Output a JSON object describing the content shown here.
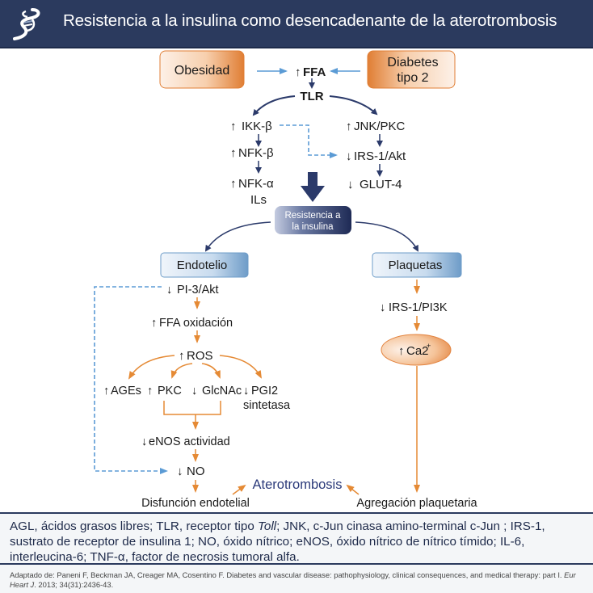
{
  "header": {
    "title": "Resistencia a la insulina como desencadenante de la aterotrombosis",
    "logo_icon": "dna-helix-logo"
  },
  "colors": {
    "header_bg": "#2b3a5e",
    "navy_arrow": "#2b3a6a",
    "dashed_blue": "#5b9bd5",
    "orange_arrow": "#e58a35",
    "orange_box": "#e88a45",
    "blue_box": "#7ea6cf",
    "atero_text": "#2b3a7a"
  },
  "diagram": {
    "sources": {
      "obesidad": "Obesidad",
      "diabetes_line1": "Diabetes",
      "diabetes_line2": "tipo 2"
    },
    "ffa": "FFA",
    "tlr": "TLR",
    "left_chain": {
      "ikk": "IKK-β",
      "nfk_b": "NFK-β",
      "nfk_a": "NFK-α",
      "ils": "ILs"
    },
    "right_chain": {
      "jnk": "JNK/PKC",
      "irs_akt": "IRS-1/Akt",
      "glut4": "GLUT-4"
    },
    "center_box": {
      "line1": "Resistencia a",
      "line2": "la insulina"
    },
    "endotelio": {
      "label": "Endotelio",
      "pi3": "PI-3/Akt",
      "ffa_ox": "FFA oxidación",
      "ros": "ROS",
      "ages": "AGEs",
      "pkc": "PKC",
      "glcnac": "GlcNAc",
      "pgi2_line1": "PGI2",
      "pgi2_line2": "sintetasa",
      "enos": "eNOS actividad",
      "no": "NO",
      "disfuncion": "Disfunción endotelial"
    },
    "plaquetas": {
      "label": "Plaquetas",
      "irs_pi3k": "IRS-1/PI3K",
      "ca": "Ca2",
      "ca_sup": "+",
      "agregacion": "Agregación plaquetaria"
    },
    "outcome": "Aterotrombosis",
    "up_arrow": "↑",
    "down_arrow": "↓"
  },
  "legend": {
    "text_part1": "AGL, ácidos grasos libres; TLR, receptor tipo ",
    "text_italic": "Toll",
    "text_part2": "; JNK, c-Jun cinasa amino-terminal c-Jun ; IRS-1, sustrato de receptor de insulina 1; NO, óxido nítrico; eNOS, óxido nítrico de nítrico tímido; IL-6, interleucina-6; TNF-α, factor de necrosis tumoral alfa."
  },
  "source": {
    "part1": "Adaptado de: Paneni F, Beckman JA, Creager MA, Cosentino F. Diabetes and vascular disease: pathophysiology, clinical consequences, and medical therapy: part I. ",
    "journal": "Eur Heart J",
    "part2": ". 2013; 34(31):2436-43."
  }
}
